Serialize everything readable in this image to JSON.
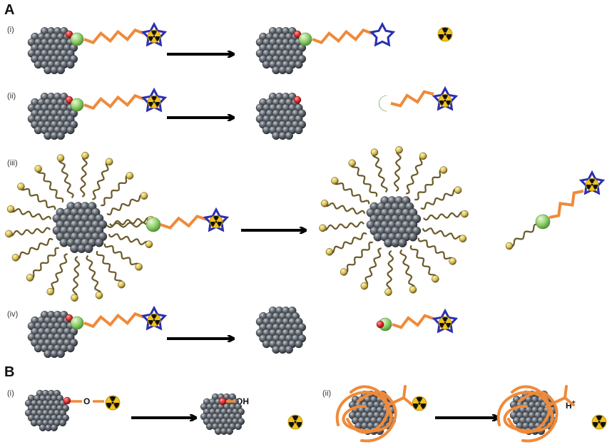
{
  "panels": {
    "A": {
      "label": "A",
      "rows": [
        {
          "label": "(i)"
        },
        {
          "label": "(ii)"
        },
        {
          "label": "(iii)"
        },
        {
          "label": "(iv)"
        }
      ]
    },
    "B": {
      "label": "B",
      "rows": [
        {
          "label": "(i)",
          "linker_atom": "O",
          "product_group": "OH"
        },
        {
          "label": "(ii)",
          "proton": "H",
          "proton_charge": "+"
        }
      ]
    }
  },
  "colors": {
    "nanoparticle": "#5b6068",
    "nanoparticle_highlight": "#9aa0a8",
    "linker": "#ef8a3a",
    "chelator": "#2b2fb0",
    "radioisotope_fill": "#f2c21b",
    "radioisotope_symbol": "#111111",
    "anchor_sphere": "#8fcf6a",
    "red_dot": "#d8242a",
    "polymer_chain": "#6b5a2a",
    "polymer_end": "#e6cf5a",
    "arrow": "#000000"
  },
  "icons": [
    "nanoparticle-icon",
    "linker-icon",
    "chelator-icon",
    "radioisotope-icon",
    "anchor-icon",
    "arrow-icon",
    "polymer-icon"
  ]
}
